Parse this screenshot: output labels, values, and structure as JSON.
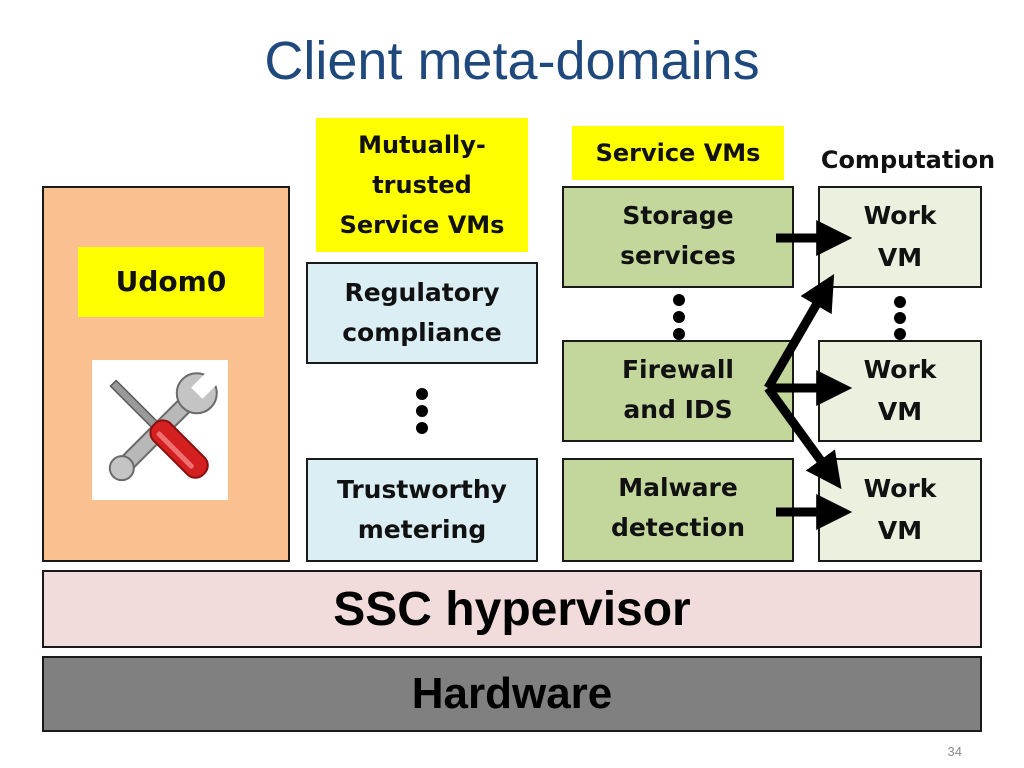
{
  "title": "Client meta-domains",
  "udom0": {
    "label": "Udom0"
  },
  "mutually_trusted": {
    "header": "Mutually-\ntrusted\nService VMs",
    "boxes": [
      "Regulatory\ncompliance",
      "Trustworthy\nmetering"
    ]
  },
  "service_vms": {
    "header": "Service VMs",
    "boxes": [
      "Storage\nservices",
      "Firewall\nand IDS",
      "Malware\ndetection"
    ]
  },
  "computation": {
    "header": "Computation",
    "boxes": [
      "Work\nVM",
      "Work\nVM",
      "Work\nVM"
    ]
  },
  "hypervisor": "SSC hypervisor",
  "hardware": "Hardware",
  "page_number": "34",
  "icons": {
    "udom0_tool": "wrench-screwdriver-icon"
  },
  "colors": {
    "title": "#1f497d",
    "udom0_fill": "#fac090",
    "highlight": "#ffff00",
    "trusted_fill": "#dbeef4",
    "service_fill": "#c3d69b",
    "work_fill": "#ebf1de",
    "hypervisor_fill": "#f2dcdb",
    "hardware_fill": "#808080"
  }
}
